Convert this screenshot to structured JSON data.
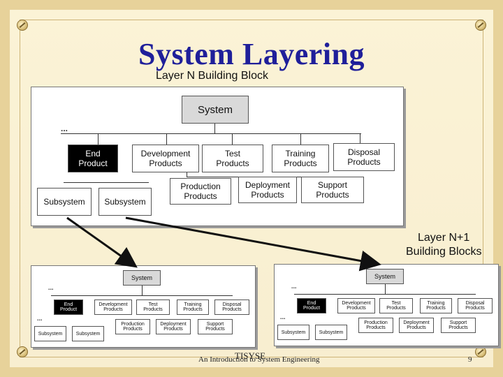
{
  "slide": {
    "title": "System Layering",
    "layer_n_label": "Layer N Building Block",
    "layer_n1_label_line1": "Layer N+1",
    "layer_n1_label_line2": "Building Blocks",
    "footer_text": "An Introduction to System Engineering",
    "footer_overlay": "TISYSE",
    "page_number": "9"
  },
  "diagram": {
    "system": "System",
    "end_product_line1": "End",
    "end_product_line2": "Product",
    "development_line1": "Development",
    "development_line2": "Products",
    "test_line1": "Test",
    "test_line2": "Products",
    "training_line1": "Training",
    "training_line2": "Products",
    "disposal_line1": "Disposal",
    "disposal_line2": "Products",
    "production_line1": "Production",
    "production_line2": "Products",
    "deployment_line1": "Deployment",
    "deployment_line2": "Products",
    "support_line1": "Support",
    "support_line2": "Products",
    "subsystem": "Subsystem",
    "ellipsis": "..."
  },
  "colors": {
    "title": "#1f1f9a",
    "frame": "#e7d29a",
    "end_product_fill": "#000000",
    "system_fill": "#d9d9d9"
  }
}
